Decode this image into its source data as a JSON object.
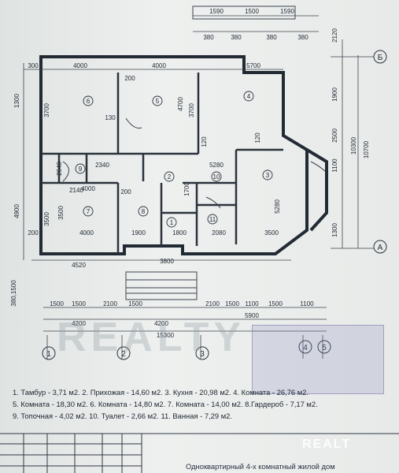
{
  "plan": {
    "top_dims_right": [
      "1590",
      "1500",
      "1590"
    ],
    "top_dims_right_lower": [
      "380",
      "380",
      "380",
      "380"
    ],
    "top_dims": [
      "300",
      "4000",
      "4000",
      "5700"
    ],
    "left_dims": [
      "1300",
      "3700",
      "3700",
      "4900",
      "3500",
      "200"
    ],
    "bottom_dims_row1": [
      "4520",
      "3800"
    ],
    "bottom_dims_row2": [
      "1500",
      "1500",
      "2100",
      "1500",
      "2100",
      "1500",
      "1100",
      "1500",
      "1100"
    ],
    "bottom_dims_row3": [
      "4200",
      "4200",
      "5900"
    ],
    "bottom_total": "15300",
    "right_dims": [
      "2120",
      "1900",
      "2500",
      "1100",
      "1300",
      "10300",
      "10700"
    ],
    "inner_dims": [
      "200",
      "4700",
      "130",
      "4000",
      "2340",
      "5280",
      "120",
      "120",
      "5280",
      "1700",
      "2080",
      "3500",
      "1800",
      "1900",
      "4000",
      "3500",
      "2640",
      "2140",
      "200"
    ],
    "rooms": [
      "6",
      "5",
      "4",
      "7",
      "1",
      "2",
      "3",
      "8",
      "9",
      "10",
      "11"
    ],
    "axes_bottom": [
      "1",
      "2",
      "3",
      "4",
      "5"
    ],
    "axes_right": [
      "Б",
      "A"
    ],
    "left_edge_dim": "380,1500"
  },
  "legend": [
    "1. Тамбур - 3,71 м2. 2. Прихожая - 14,60 м2. 3. Кухня - 20,98 м2. 4. Комната - 26,76 м2.",
    "5. Комната - 18,30 м2. 6. Комната - 14,80 м2. 7. Комната - 14,00 м2. 8.Гардероб - 7,17 м2.",
    "9. Топочная - 4,02 м2. 10. Туалет - 2,66 м2. 11. Ванная - 7,29 м2."
  ],
  "title_block": {
    "title": "Одноквартирный 4-х комнатный жилой дом"
  },
  "watermark": "REALTY",
  "watermark_corner": "REALT"
}
